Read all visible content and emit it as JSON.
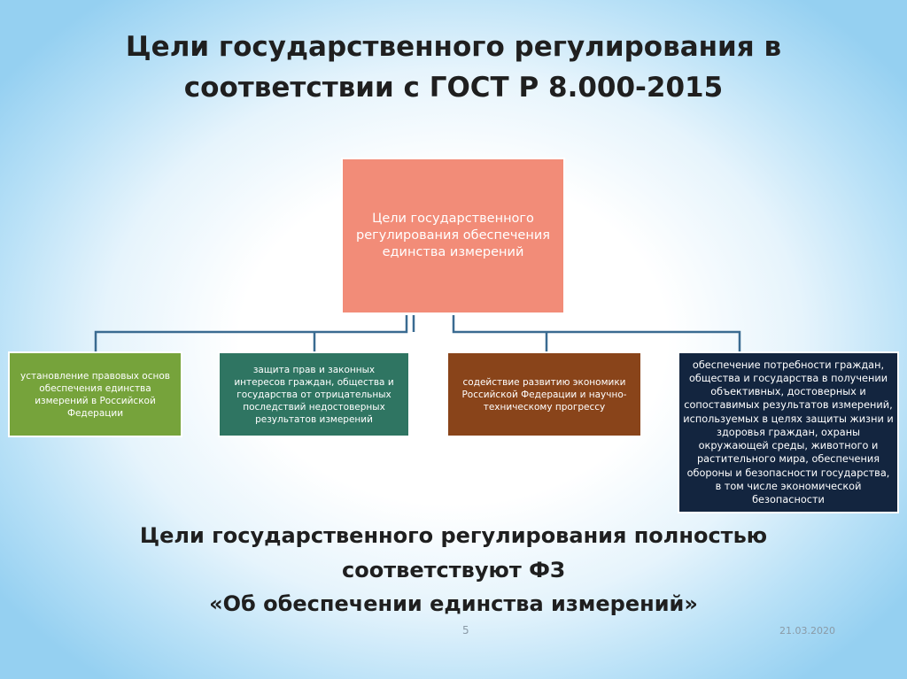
{
  "title": {
    "line1": "Цели государственного регулирования в",
    "line2": "соответствии с ГОСТ Р 8.000-2015"
  },
  "diagram": {
    "root": "Цели государственного регулирования обеспечения единства измерений",
    "children": [
      "установление правовых основ обеспечения единства измерений в Российской Федерации",
      "защита прав и законных интересов граждан, общества и государства от отрицательных последствий недостоверных результатов измерений",
      "содействие развитию экономики Российской Федерации и научно-техническому прогрессу",
      "обеспечение потребности граждан, общества и государства в получении объективных, достоверных и сопоставимых результатов измерений, используемых в целях защиты жизни и здоровья граждан, охраны окружающей среды, животного и растительного мира, обеспечения обороны и безопасности государства, в том числе экономической безопасности"
    ],
    "colors": {
      "root": "#f28c78",
      "child1": "#76a33b",
      "child2": "#2f7562",
      "child3": "#89441a",
      "child4": "#13253f",
      "connector": "#3a6b91"
    }
  },
  "conclusion": {
    "line1": "Цели государственного регулирования полностью",
    "line2": "соответствуют ФЗ",
    "line3": "«Об обеспечении единства измерений»"
  },
  "footer": {
    "page": "5",
    "date": "21.03.2020"
  }
}
